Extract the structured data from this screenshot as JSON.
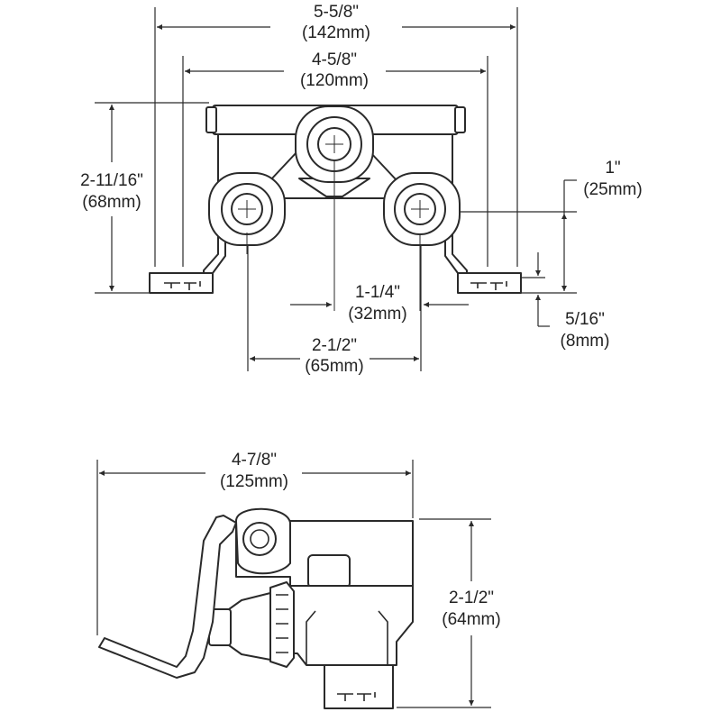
{
  "top_view": {
    "overall_width": {
      "imperial": "5-5/8\"",
      "metric": "(142mm)"
    },
    "mount_width": {
      "imperial": "4-5/8\"",
      "metric": "(120mm)"
    },
    "height": {
      "imperial": "2-11/16\"",
      "metric": "(68mm)"
    },
    "outlet_offset": {
      "imperial": "1\"",
      "metric": "(25mm)"
    },
    "outlet_spacing": {
      "imperial": "1-1/4\"",
      "metric": "(32mm)"
    },
    "flange": {
      "imperial": "5/16\"",
      "metric": "(8mm)"
    },
    "inlet_centers": {
      "imperial": "2-1/2\"",
      "metric": "(65mm)"
    }
  },
  "side_view": {
    "overall_length": {
      "imperial": "4-7/8\"",
      "metric": "(125mm)"
    },
    "height": {
      "imperial": "2-1/2\"",
      "metric": "(64mm)"
    }
  }
}
